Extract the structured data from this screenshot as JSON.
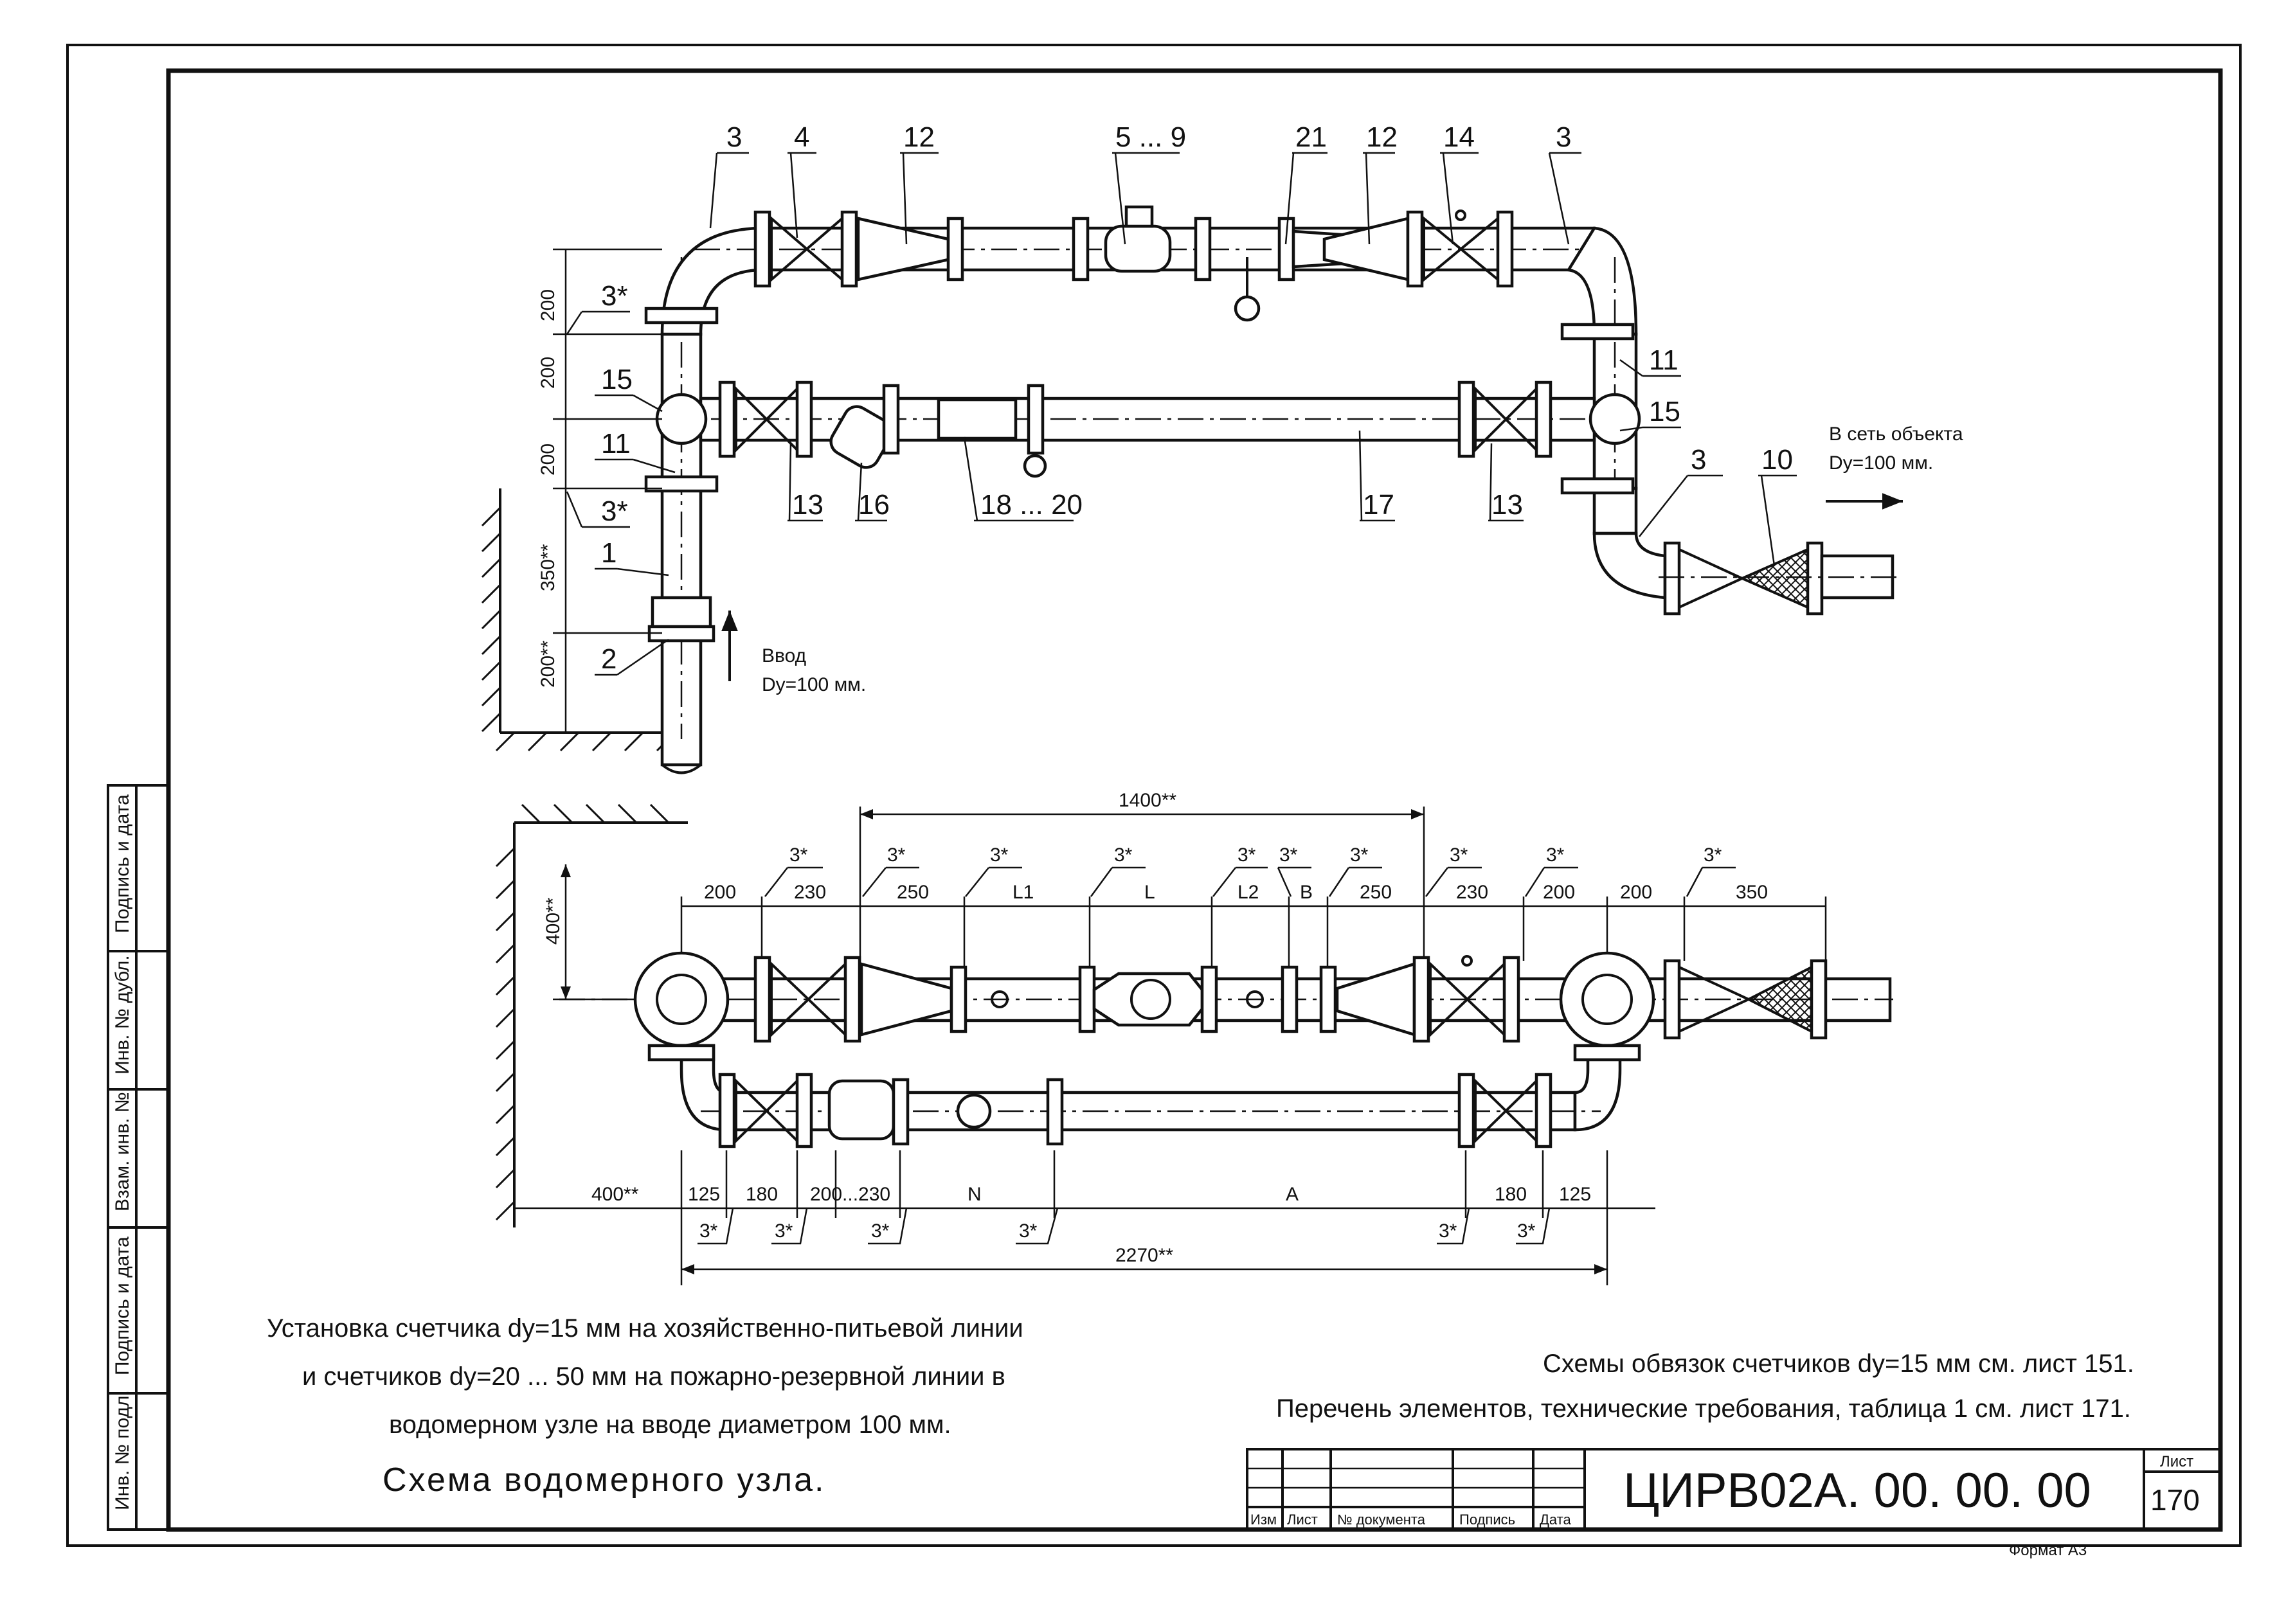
{
  "top_view": {
    "callouts": [
      "3",
      "4",
      "12",
      "5 ... 9",
      "21",
      "12",
      "14",
      "3",
      "3*",
      "15",
      "11",
      "3*",
      "1",
      "2",
      "13",
      "16",
      "18 ... 20",
      "17",
      "13",
      "15",
      "11",
      "3",
      "10"
    ],
    "vertical_dims": [
      "200",
      "200",
      "200",
      "350**",
      "200**"
    ],
    "inlet_label": [
      "Ввод",
      "Dy=100 мм."
    ],
    "outlet_label": [
      "В сеть объекта",
      "Dy=100 мм."
    ]
  },
  "bottom_view": {
    "dim_overall_top": "1400**",
    "dim_left_vertical": "400**",
    "top_row_dims": [
      "200",
      "230",
      "250",
      "L1",
      "L",
      "L2",
      "B",
      "250",
      "230",
      "200",
      "200",
      "350"
    ],
    "top_row_marks": [
      "3*",
      "3*",
      "3*",
      "3*",
      "3*",
      "3*",
      "3*",
      "3*",
      "3*",
      "3*"
    ],
    "bottom_row_dims": [
      "400**",
      "125",
      "180",
      "200...230",
      "N",
      "A",
      "180",
      "125"
    ],
    "bottom_row_marks": [
      "3*",
      "3*",
      "3*",
      "3*",
      "3*",
      "3*"
    ],
    "dim_overall_bottom": "2270**"
  },
  "caption": {
    "lines": [
      "Установка счетчика dy=15 мм на хозяйственно-питьевой линии",
      "и счетчиков dy=20 ... 50 мм на пожарно-резервной линии в",
      "водомерном узле на вводе диаметром 100 мм."
    ],
    "title": "Схема водомерного узла."
  },
  "notes": [
    "Схемы обвязок счетчиков dy=15 мм см. лист 151.",
    "Перечень элементов, технические требования, таблица 1 см. лист 171."
  ],
  "side_strip": [
    "Подпись и дата",
    "Инв. № дубл.",
    "Взам. инв. №",
    "Подпись и дата",
    "Инв. № подл."
  ],
  "title_block": {
    "headers": [
      "Изм",
      "Лист",
      "№ документа",
      "Подпись",
      "Дата"
    ],
    "doc_code": "ЦИРВ02А. 00. 00. 00",
    "sheet_label": "Лист",
    "sheet_no": "170",
    "format": "Формат А3"
  }
}
